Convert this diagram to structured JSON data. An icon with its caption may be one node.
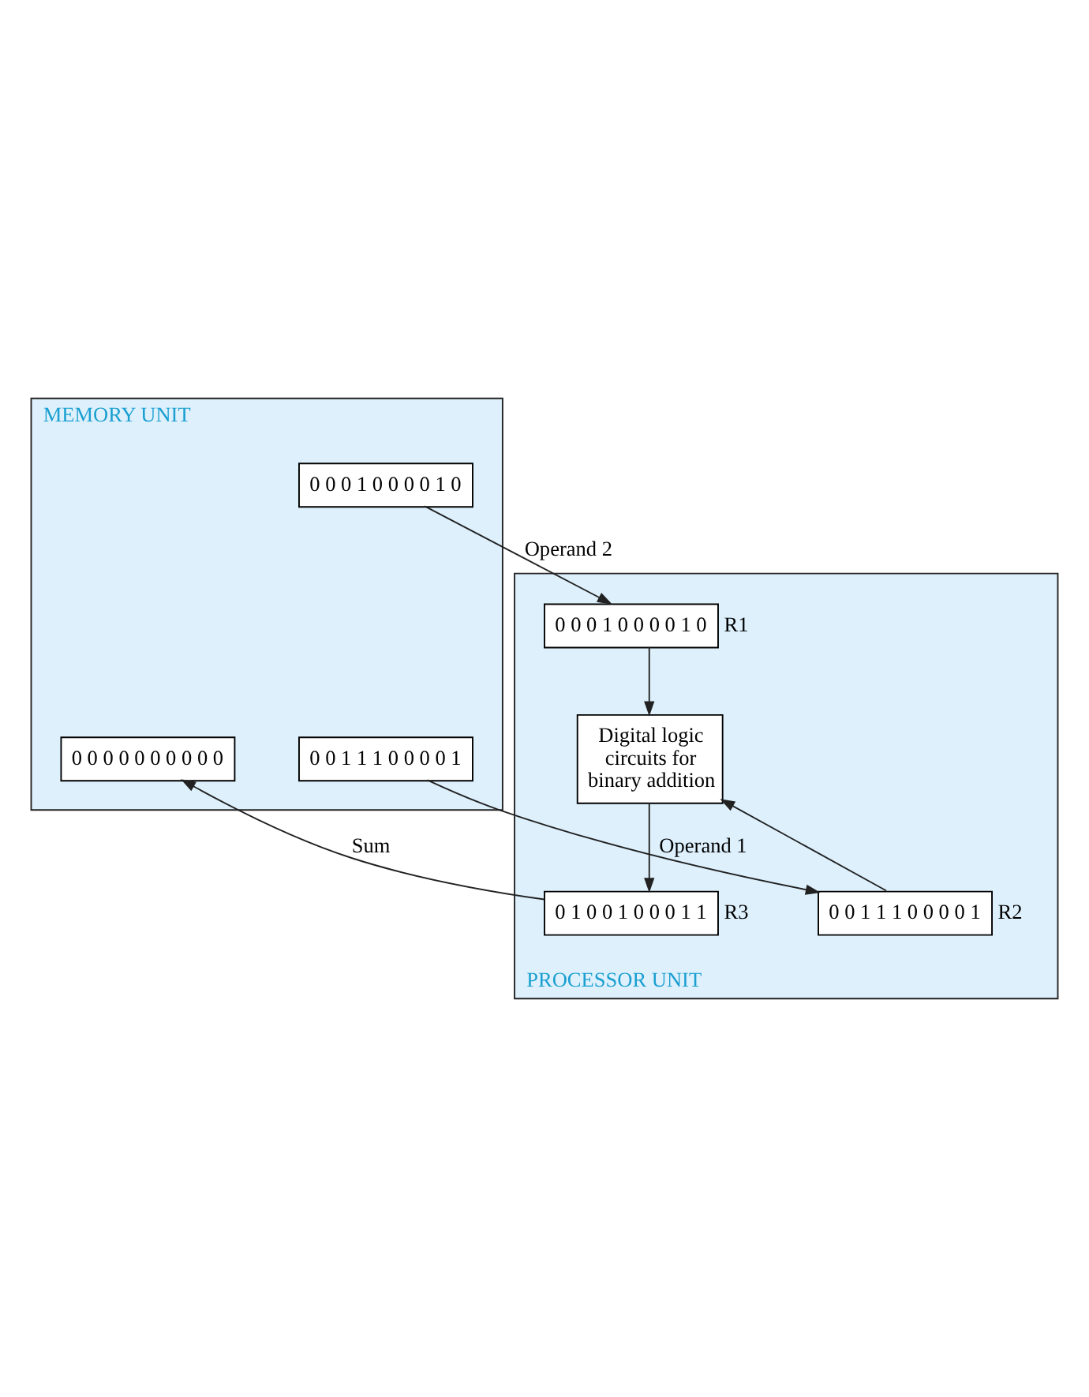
{
  "diagram": {
    "nodes": [
      {
        "text": [
          "MEMORY UNIT"
        ]
      },
      {
        "text": [
          "0 0 0 0 0 0 0 0 0 0"
        ],
        "in": 0
      },
      {
        "text": [
          "0 0 1 1 1 0 0 0 0 1"
        ],
        "in": 0
      },
      {
        "text": [
          "0 0 0 1 0 0 0 0 1 0"
        ],
        "in": 0
      },
      {
        "text": [
          "PROCESSOR UNIT"
        ]
      },
      {
        "text": [
          "0 0 0 1 0 0 0 0 1 0"
        ],
        "in": 4,
        "beside": [
          "R1"
        ]
      },
      {
        "text": [
          "Digital logic circuits for binary addition"
        ],
        "in": 4
      },
      {
        "text": [
          "0 1 0 0 1 0 0 0 1 1"
        ],
        "in": 4,
        "beside": [
          "R3"
        ]
      },
      {
        "text": [
          "0 0 1 1 1 0 0 0 0 1"
        ],
        "in": 4,
        "beside": [
          "R2"
        ]
      }
    ],
    "edges": [
      {
        "from": 2,
        "to": 8,
        "arrow": "to",
        "label": "Operand 1"
      },
      {
        "from": 3,
        "to": 5,
        "arrow": "to",
        "label": "Operand 2"
      },
      {
        "from": 5,
        "to": 6,
        "arrow": "to"
      },
      {
        "from": 8,
        "to": 6,
        "arrow": "to"
      },
      {
        "from": 6,
        "to": 7,
        "arrow": "to"
      },
      {
        "from": 7,
        "to": 1,
        "arrow": "to",
        "label": "Sum"
      }
    ]
  }
}
